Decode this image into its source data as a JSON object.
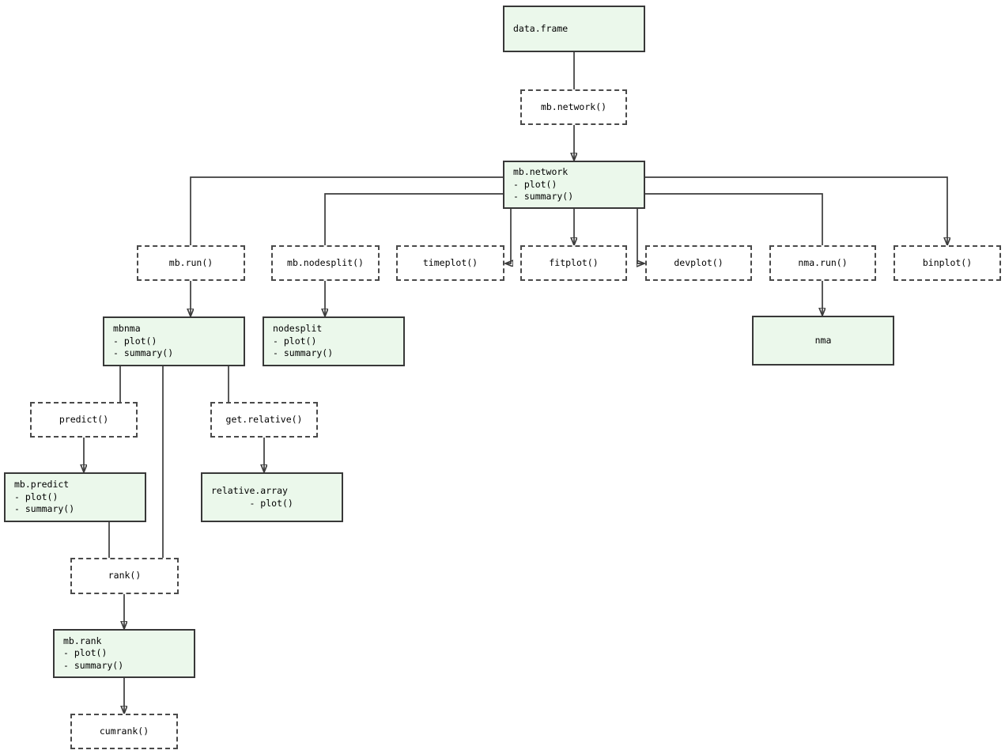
{
  "diagram": {
    "description": "MBNMA package workflow flowchart: solid green boxes are objects, dashed boxes are functions",
    "colors": {
      "background": "#ffffff",
      "object_fill": "#ebf8eb",
      "object_border": "#383838",
      "function_border": "#4a4a4a",
      "edge": "#3c3c3c",
      "arrowhead": "#1a1a1a"
    },
    "nodes": {
      "data_frame": {
        "label": "data.frame",
        "kind": "object"
      },
      "mb_network_fn": {
        "label": "mb.network()",
        "kind": "function"
      },
      "mb_network": {
        "label": "mb.network\n- plot()\n- summary()",
        "kind": "object"
      },
      "mb_run": {
        "label": "mb.run()",
        "kind": "function"
      },
      "mb_nodesplit": {
        "label": "mb.nodesplit()",
        "kind": "function"
      },
      "timeplot": {
        "label": "timeplot()",
        "kind": "function"
      },
      "fitplot": {
        "label": "fitplot()",
        "kind": "function"
      },
      "devplot": {
        "label": "devplot()",
        "kind": "function"
      },
      "nma_run": {
        "label": "nma.run()",
        "kind": "function"
      },
      "binplot": {
        "label": "binplot()",
        "kind": "function"
      },
      "mbnma": {
        "label": "mbnma\n- plot()\n- summary()",
        "kind": "object"
      },
      "nodesplit": {
        "label": "nodesplit\n- plot()\n- summary()",
        "kind": "object"
      },
      "nma": {
        "label": "nma",
        "kind": "object"
      },
      "predict": {
        "label": "predict()",
        "kind": "function"
      },
      "get_relative": {
        "label": "get.relative()",
        "kind": "function"
      },
      "mb_predict": {
        "label": "mb.predict\n- plot()\n- summary()",
        "kind": "object"
      },
      "relative_array": {
        "label": "relative.array\n       - plot()",
        "kind": "object"
      },
      "rank": {
        "label": "rank()",
        "kind": "function"
      },
      "mb_rank": {
        "label": "mb.rank\n- plot()\n- summary()",
        "kind": "object"
      },
      "cumrank": {
        "label": "cumrank()",
        "kind": "function"
      }
    },
    "edges": [
      {
        "from": "data.frame",
        "to": "mb.network()",
        "arrowhead": false
      },
      {
        "from": "mb.network()",
        "to": "mb.network",
        "arrowhead": true
      },
      {
        "from": "mb.network",
        "to": "mb.run()",
        "arrowhead": false
      },
      {
        "from": "mb.network",
        "to": "mb.nodesplit()",
        "arrowhead": false
      },
      {
        "from": "mb.network",
        "to": "timeplot()",
        "arrowhead": true
      },
      {
        "from": "mb.network",
        "to": "fitplot()",
        "arrowhead": true
      },
      {
        "from": "mb.network",
        "to": "devplot()",
        "arrowhead": true
      },
      {
        "from": "mb.network",
        "to": "nma.run()",
        "arrowhead": false
      },
      {
        "from": "mb.network",
        "to": "binplot()",
        "arrowhead": true
      },
      {
        "from": "mb.run()",
        "to": "mbnma",
        "arrowhead": true
      },
      {
        "from": "mb.nodesplit()",
        "to": "nodesplit",
        "arrowhead": true
      },
      {
        "from": "nma.run()",
        "to": "nma",
        "arrowhead": true
      },
      {
        "from": "mbnma",
        "to": "predict()",
        "arrowhead": false
      },
      {
        "from": "mbnma",
        "to": "get.relative()",
        "arrowhead": false
      },
      {
        "from": "mbnma",
        "to": "rank()",
        "arrowhead": false
      },
      {
        "from": "predict()",
        "to": "mb.predict",
        "arrowhead": true
      },
      {
        "from": "get.relative()",
        "to": "relative.array",
        "arrowhead": true
      },
      {
        "from": "mb.predict",
        "to": "rank()",
        "arrowhead": false
      },
      {
        "from": "rank()",
        "to": "mb.rank",
        "arrowhead": true
      },
      {
        "from": "mb.rank",
        "to": "cumrank()",
        "arrowhead": true
      }
    ]
  }
}
